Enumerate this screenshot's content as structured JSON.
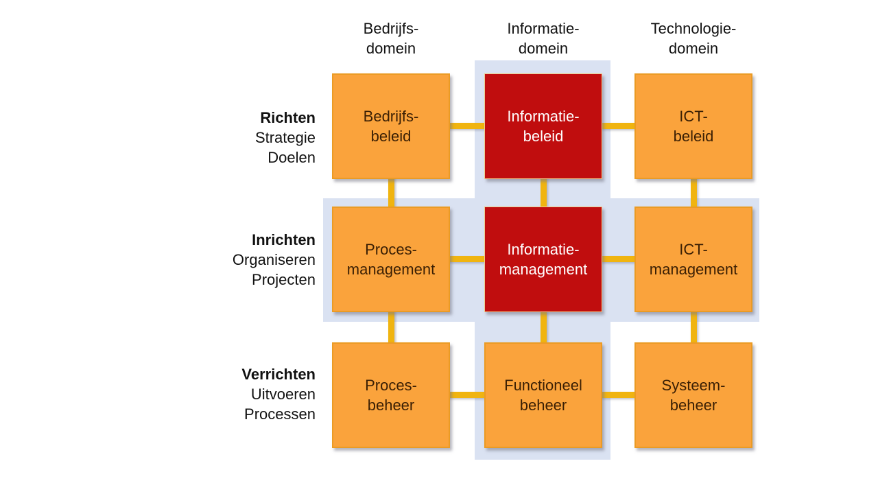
{
  "columns": [
    {
      "line1": "Bedrijfs-",
      "line2": "domein"
    },
    {
      "line1": "Informatie-",
      "line2": "domein"
    },
    {
      "line1": "Technologie-",
      "line2": "domein"
    }
  ],
  "rows": [
    {
      "line1": "Richten",
      "line2": "Strategie",
      "line3": "Doelen"
    },
    {
      "line1": "Inrichten",
      "line2": "Organiseren",
      "line3": "Projecten"
    },
    {
      "line1": "Verrichten",
      "line2": "Uitvoeren",
      "line3": "Processen"
    }
  ],
  "cells": [
    {
      "line1": "Bedrijfs-",
      "line2": "beleid",
      "variant": "orange"
    },
    {
      "line1": "Informatie-",
      "line2": "beleid",
      "variant": "red"
    },
    {
      "line1": "ICT-",
      "line2": "beleid",
      "variant": "orange"
    },
    {
      "line1": "Proces-",
      "line2": "management",
      "variant": "orange"
    },
    {
      "line1": "Informatie-",
      "line2": "management",
      "variant": "red"
    },
    {
      "line1": "ICT-",
      "line2": "management",
      "variant": "orange"
    },
    {
      "line1": "Proces-",
      "line2": "beheer",
      "variant": "orange"
    },
    {
      "line1": "Functioneel",
      "line2": "beheer",
      "variant": "orange"
    },
    {
      "line1": "Systeem-",
      "line2": "beheer",
      "variant": "orange"
    }
  ],
  "colors": {
    "box-orange": "#FAA33C",
    "box-orange-border": "#EB9B24",
    "box-red": "#C00D0E",
    "box-red-border": "#EFCE8B",
    "connector": "#F0B410",
    "band-blue": "#DAE2F2",
    "text-dark": "#3A1F04",
    "text-light": "#FFFFFF"
  }
}
